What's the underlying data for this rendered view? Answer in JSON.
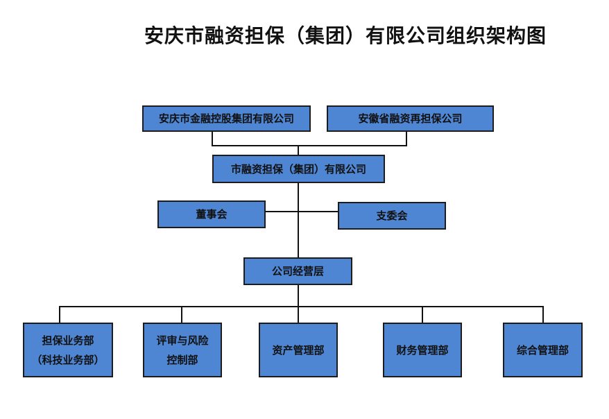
{
  "title": "安庆市融资担保（集团）有限公司组织架构图",
  "colors": {
    "box_fill": "#4f86d4",
    "box_border": "#1c1c1c",
    "line": "#111111"
  },
  "shareholders": [
    {
      "label": "安庆市金融控股集团有限公司"
    },
    {
      "label": "安徽省融资再担保公司"
    }
  ],
  "company": {
    "label": "市融资担保（集团）有限公司"
  },
  "board": {
    "label": "董事会"
  },
  "party_committee": {
    "label": "支委会"
  },
  "management": {
    "label": "公司经营层"
  },
  "departments": [
    {
      "line1": "担保业务部",
      "line2": "（科技业务部）"
    },
    {
      "line1": "评审与风险",
      "line2": "控制部"
    },
    {
      "line1": "资产管理部"
    },
    {
      "line1": "财务管理部"
    },
    {
      "line1": "综合管理部"
    }
  ]
}
